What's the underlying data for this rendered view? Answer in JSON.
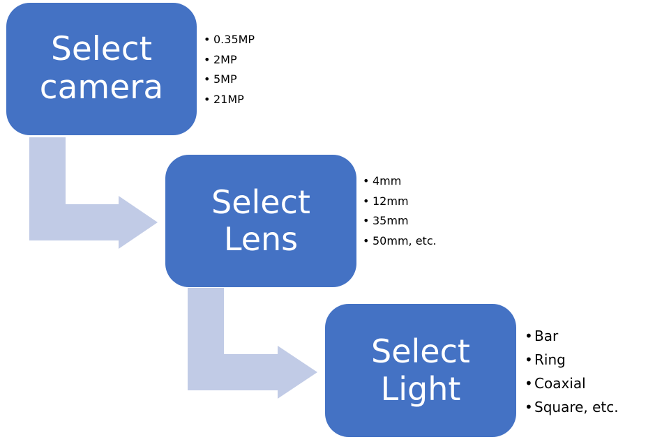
{
  "steps": [
    {
      "title_line1": "Select",
      "title_line2": "camera",
      "options": [
        "0.35MP",
        "2MP",
        "5MP",
        "21MP"
      ]
    },
    {
      "title_line1": "Select",
      "title_line2": "Lens",
      "options": [
        "4mm",
        "12mm",
        "35mm",
        "50mm, etc."
      ]
    },
    {
      "title_line1": "Select",
      "title_line2": "Light",
      "options": [
        "Bar",
        "Ring",
        "Coaxial",
        "Square, etc."
      ]
    }
  ],
  "colors": {
    "box": "#4472c4",
    "arrow": "#c1cbe6",
    "text_on_box": "#ffffff",
    "bullet_text": "#000000"
  }
}
